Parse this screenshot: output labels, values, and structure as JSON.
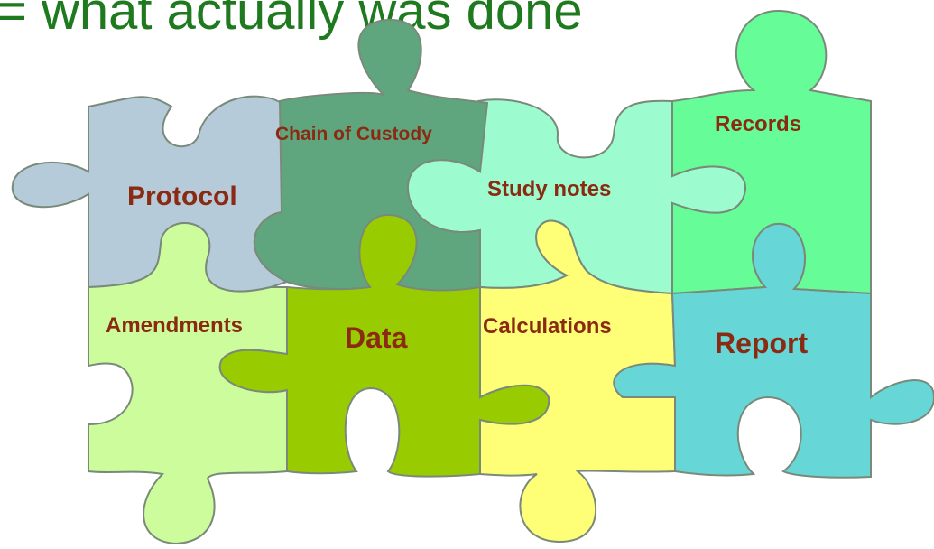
{
  "title": "= what actually was done",
  "colors": {
    "protocol": "#b6cbd9",
    "chain": "#5fa67e",
    "study": "#9cfccf",
    "records": "#66fc98",
    "amend": "#ccfc9c",
    "data": "#99cc00",
    "calc": "#ffff77",
    "report": "#66d6d6",
    "label": "#8b2a12",
    "title": "#1f7a1f"
  },
  "pieces": {
    "protocol": "Protocol",
    "chain": "Chain of Custody",
    "study": "Study notes",
    "records": "Records",
    "amend": "Amendments",
    "data": "Data",
    "calc": "Calculations",
    "report": "Report"
  }
}
